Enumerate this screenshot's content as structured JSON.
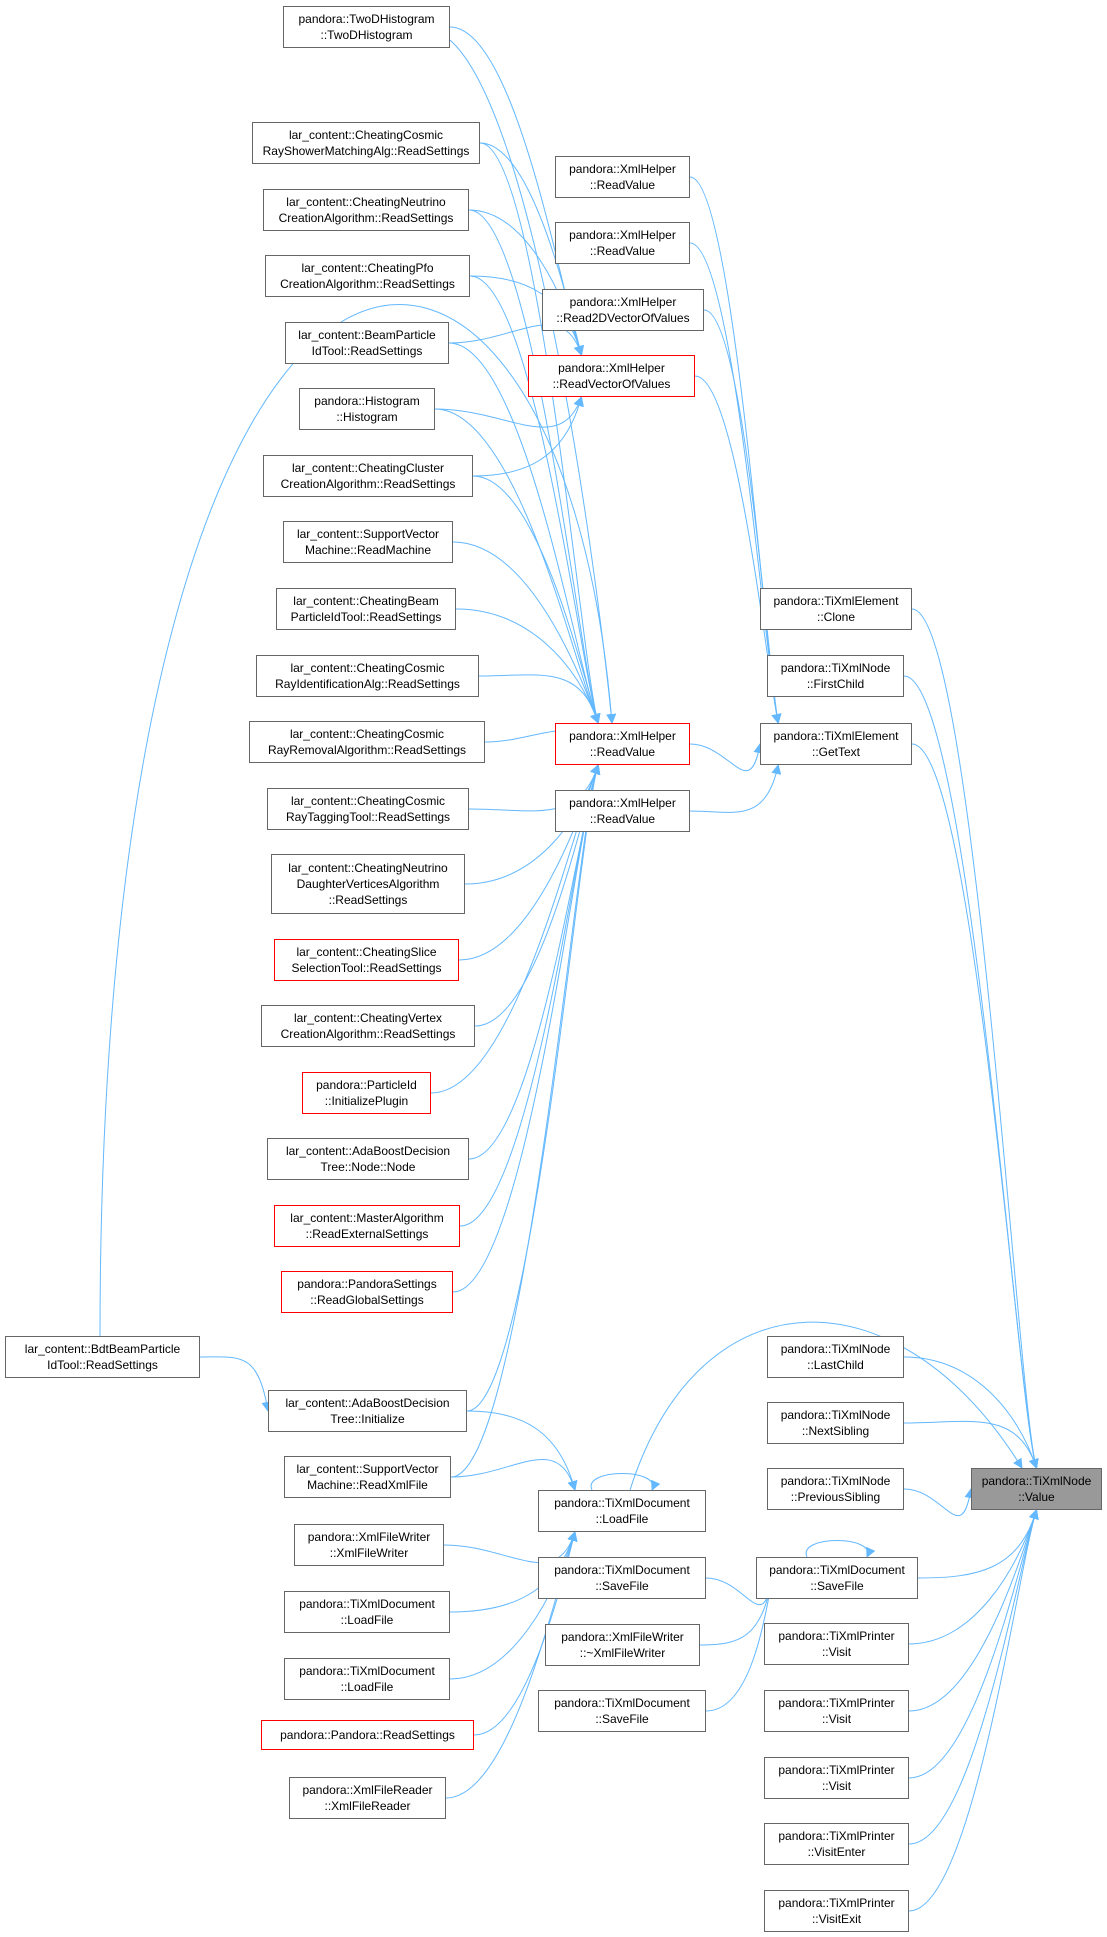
{
  "diagram": {
    "colors": {
      "edge": "#63b8ff",
      "node_border": "#666666",
      "truncated_border": "#ff0000",
      "selected_fill": "#999999"
    },
    "nodes": [
      {
        "id": "n01",
        "lines": [
          "pandora::TwoDHistogram",
          "::TwoDHistogram"
        ],
        "red": false
      },
      {
        "id": "n02",
        "lines": [
          "lar_content::CheatingCosmic",
          "RayShowerMatchingAlg::ReadSettings"
        ],
        "red": false
      },
      {
        "id": "n03",
        "lines": [
          "lar_content::CheatingNeutrino",
          "CreationAlgorithm::ReadSettings"
        ],
        "red": false
      },
      {
        "id": "n04",
        "lines": [
          "lar_content::CheatingPfo",
          "CreationAlgorithm::ReadSettings"
        ],
        "red": false
      },
      {
        "id": "n05",
        "lines": [
          "lar_content::BeamParticle",
          "IdTool::ReadSettings"
        ],
        "red": false
      },
      {
        "id": "n06",
        "lines": [
          "pandora::Histogram",
          "::Histogram"
        ],
        "red": false
      },
      {
        "id": "n07",
        "lines": [
          "lar_content::CheatingCluster",
          "CreationAlgorithm::ReadSettings"
        ],
        "red": false
      },
      {
        "id": "n08",
        "lines": [
          "lar_content::SupportVector",
          "Machine::ReadMachine"
        ],
        "red": false
      },
      {
        "id": "n09",
        "lines": [
          "lar_content::CheatingBeam",
          "ParticleIdTool::ReadSettings"
        ],
        "red": false
      },
      {
        "id": "n10",
        "lines": [
          "lar_content::CheatingCosmic",
          "RayIdentificationAlg::ReadSettings"
        ],
        "red": false
      },
      {
        "id": "n11",
        "lines": [
          "lar_content::CheatingCosmic",
          "RayRemovalAlgorithm::ReadSettings"
        ],
        "red": false
      },
      {
        "id": "n12",
        "lines": [
          "lar_content::CheatingCosmic",
          "RayTaggingTool::ReadSettings"
        ],
        "red": false
      },
      {
        "id": "n13",
        "lines": [
          "lar_content::CheatingNeutrino",
          "DaughterVerticesAlgorithm",
          "::ReadSettings"
        ],
        "red": false
      },
      {
        "id": "n14",
        "lines": [
          "lar_content::CheatingSlice",
          "SelectionTool::ReadSettings"
        ],
        "red": true
      },
      {
        "id": "n15",
        "lines": [
          "lar_content::CheatingVertex",
          "CreationAlgorithm::ReadSettings"
        ],
        "red": false
      },
      {
        "id": "n16",
        "lines": [
          "pandora::ParticleId",
          "::InitializePlugin"
        ],
        "red": true
      },
      {
        "id": "n17",
        "lines": [
          "lar_content::AdaBoostDecision",
          "Tree::Node::Node"
        ],
        "red": false
      },
      {
        "id": "n18",
        "lines": [
          "lar_content::MasterAlgorithm",
          "::ReadExternalSettings"
        ],
        "red": true
      },
      {
        "id": "n19",
        "lines": [
          "pandora::PandoraSettings",
          "::ReadGlobalSettings"
        ],
        "red": true
      },
      {
        "id": "n20",
        "lines": [
          "lar_content::BdtBeamParticle",
          "IdTool::ReadSettings"
        ],
        "red": false
      },
      {
        "id": "n21",
        "lines": [
          "lar_content::AdaBoostDecision",
          "Tree::Initialize"
        ],
        "red": false
      },
      {
        "id": "n22",
        "lines": [
          "lar_content::SupportVector",
          "Machine::ReadXmlFile"
        ],
        "red": false
      },
      {
        "id": "n23",
        "lines": [
          "pandora::XmlFileWriter",
          "::XmlFileWriter"
        ],
        "red": false
      },
      {
        "id": "n24",
        "lines": [
          "pandora::TiXmlDocument",
          "::LoadFile"
        ],
        "red": false
      },
      {
        "id": "n25",
        "lines": [
          "pandora::TiXmlDocument",
          "::LoadFile"
        ],
        "red": false
      },
      {
        "id": "n26",
        "lines": [
          "pandora::Pandora::ReadSettings"
        ],
        "red": true
      },
      {
        "id": "n27",
        "lines": [
          "pandora::XmlFileReader",
          "::XmlFileReader"
        ],
        "red": false
      },
      {
        "id": "n28",
        "lines": [
          "pandora::XmlHelper",
          "::ReadValue"
        ],
        "red": false
      },
      {
        "id": "n29",
        "lines": [
          "pandora::XmlHelper",
          "::ReadValue"
        ],
        "red": false
      },
      {
        "id": "n30",
        "lines": [
          "pandora::XmlHelper",
          "::Read2DVectorOfValues"
        ],
        "red": false
      },
      {
        "id": "n31",
        "lines": [
          "pandora::XmlHelper",
          "::ReadVectorOfValues"
        ],
        "red": true
      },
      {
        "id": "n32",
        "lines": [
          "pandora::XmlHelper",
          "::ReadValue"
        ],
        "red": true
      },
      {
        "id": "n33",
        "lines": [
          "pandora::XmlHelper",
          "::ReadValue"
        ],
        "red": false
      },
      {
        "id": "n34",
        "lines": [
          "pandora::TiXmlDocument",
          "::LoadFile"
        ],
        "red": false
      },
      {
        "id": "n35",
        "lines": [
          "pandora::TiXmlDocument",
          "::SaveFile"
        ],
        "red": false
      },
      {
        "id": "n36",
        "lines": [
          "pandora::XmlFileWriter",
          "::~XmlFileWriter"
        ],
        "red": false
      },
      {
        "id": "n37",
        "lines": [
          "pandora::TiXmlDocument",
          "::SaveFile"
        ],
        "red": false
      },
      {
        "id": "n38",
        "lines": [
          "pandora::TiXmlElement",
          "::Clone"
        ],
        "red": false
      },
      {
        "id": "n39",
        "lines": [
          "pandora::TiXmlNode",
          "::FirstChild"
        ],
        "red": false
      },
      {
        "id": "n40",
        "lines": [
          "pandora::TiXmlElement",
          "::GetText"
        ],
        "red": false
      },
      {
        "id": "n41",
        "lines": [
          "pandora::TiXmlNode",
          "::LastChild"
        ],
        "red": false
      },
      {
        "id": "n42",
        "lines": [
          "pandora::TiXmlNode",
          "::NextSibling"
        ],
        "red": false
      },
      {
        "id": "n43",
        "lines": [
          "pandora::TiXmlNode",
          "::PreviousSibling"
        ],
        "red": false
      },
      {
        "id": "n44",
        "lines": [
          "pandora::TiXmlDocument",
          "::SaveFile"
        ],
        "red": false
      },
      {
        "id": "n45",
        "lines": [
          "pandora::TiXmlPrinter",
          "::Visit"
        ],
        "red": false
      },
      {
        "id": "n46",
        "lines": [
          "pandora::TiXmlPrinter",
          "::Visit"
        ],
        "red": false
      },
      {
        "id": "n47",
        "lines": [
          "pandora::TiXmlPrinter",
          "::Visit"
        ],
        "red": false
      },
      {
        "id": "n48",
        "lines": [
          "pandora::TiXmlPrinter",
          "::VisitEnter"
        ],
        "red": false
      },
      {
        "id": "n49",
        "lines": [
          "pandora::TiXmlPrinter",
          "::VisitExit"
        ],
        "red": false
      },
      {
        "id": "n50",
        "lines": [
          "pandora::TiXmlNode",
          "::Value"
        ],
        "red": false,
        "selected": true
      }
    ],
    "edges": [
      [
        "n01",
        "n31"
      ],
      [
        "n01",
        "n32"
      ],
      [
        "n02",
        "n31"
      ],
      [
        "n02",
        "n32"
      ],
      [
        "n03",
        "n31"
      ],
      [
        "n03",
        "n32"
      ],
      [
        "n04",
        "n31"
      ],
      [
        "n04",
        "n32"
      ],
      [
        "n05",
        "n31"
      ],
      [
        "n05",
        "n32"
      ],
      [
        "n06",
        "n31"
      ],
      [
        "n06",
        "n32"
      ],
      [
        "n07",
        "n31"
      ],
      [
        "n07",
        "n32"
      ],
      [
        "n08",
        "n32"
      ],
      [
        "n09",
        "n32"
      ],
      [
        "n10",
        "n32"
      ],
      [
        "n11",
        "n32"
      ],
      [
        "n12",
        "n32"
      ],
      [
        "n13",
        "n32"
      ],
      [
        "n14",
        "n32"
      ],
      [
        "n15",
        "n32"
      ],
      [
        "n16",
        "n32"
      ],
      [
        "n17",
        "n32"
      ],
      [
        "n18",
        "n32"
      ],
      [
        "n19",
        "n32"
      ],
      [
        "n20",
        "n32"
      ],
      [
        "n20",
        "n21"
      ],
      [
        "n21",
        "n32"
      ],
      [
        "n21",
        "n34"
      ],
      [
        "n22",
        "n32"
      ],
      [
        "n22",
        "n34"
      ],
      [
        "n23",
        "n34"
      ],
      [
        "n24",
        "n34"
      ],
      [
        "n25",
        "n34"
      ],
      [
        "n26",
        "n34"
      ],
      [
        "n27",
        "n34"
      ],
      [
        "n34",
        "n34"
      ],
      [
        "n34",
        "n50"
      ],
      [
        "n28",
        "n40"
      ],
      [
        "n29",
        "n40"
      ],
      [
        "n30",
        "n40"
      ],
      [
        "n31",
        "n40"
      ],
      [
        "n32",
        "n40"
      ],
      [
        "n33",
        "n40"
      ],
      [
        "n40",
        "n50"
      ],
      [
        "n38",
        "n50"
      ],
      [
        "n39",
        "n50"
      ],
      [
        "n41",
        "n50"
      ],
      [
        "n42",
        "n50"
      ],
      [
        "n43",
        "n50"
      ],
      [
        "n35",
        "n44"
      ],
      [
        "n36",
        "n44"
      ],
      [
        "n37",
        "n44"
      ],
      [
        "n44",
        "n44"
      ],
      [
        "n44",
        "n50"
      ],
      [
        "n45",
        "n50"
      ],
      [
        "n46",
        "n50"
      ],
      [
        "n47",
        "n50"
      ],
      [
        "n48",
        "n50"
      ],
      [
        "n49",
        "n50"
      ]
    ]
  }
}
